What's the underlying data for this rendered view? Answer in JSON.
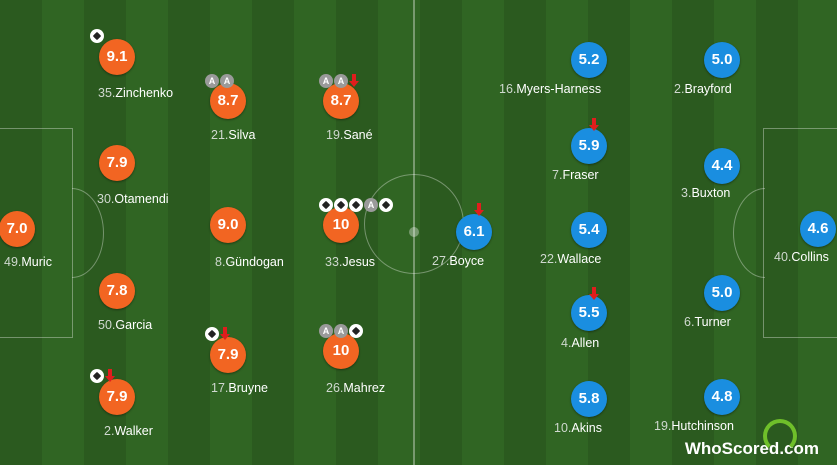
{
  "colors": {
    "home": "#f26522",
    "away": "#1a8ee0"
  },
  "home_players": [
    {
      "number": "35.",
      "name": "Zinchenko",
      "rating": "9.1",
      "icons": [
        "ball"
      ]
    },
    {
      "number": "30.",
      "name": "Otamendi",
      "rating": "7.9",
      "icons": []
    },
    {
      "number": "50.",
      "name": "Garcia",
      "rating": "7.8",
      "icons": []
    },
    {
      "number": "2.",
      "name": "Walker",
      "rating": "7.9",
      "icons": [
        "ball",
        "sub-out"
      ]
    },
    {
      "number": "21.",
      "name": "Silva",
      "rating": "8.7",
      "icons": [
        "assist",
        "assist"
      ]
    },
    {
      "number": "8.",
      "name": "Gündogan",
      "rating": "9.0",
      "icons": []
    },
    {
      "number": "17.",
      "name": "Bruyne",
      "rating": "7.9",
      "icons": [
        "ball",
        "sub-out"
      ]
    },
    {
      "number": "19.",
      "name": "Sané",
      "rating": "8.7",
      "icons": [
        "assist",
        "assist",
        "sub-out"
      ]
    },
    {
      "number": "33.",
      "name": "Jesus",
      "rating": "10",
      "icons": [
        "ball",
        "ball",
        "ball",
        "assist",
        "ball"
      ]
    },
    {
      "number": "26.",
      "name": "Mahrez",
      "rating": "10",
      "icons": [
        "assist",
        "assist",
        "ball"
      ]
    },
    {
      "number": "49.",
      "name": "Muric",
      "rating": "7.0",
      "icons": []
    }
  ],
  "away_players": [
    {
      "number": "27.",
      "name": "Boyce",
      "rating": "6.1",
      "icons": [
        "sub-out"
      ]
    },
    {
      "number": "16.",
      "name": "Myers-Harness",
      "rating": "5.2",
      "icons": []
    },
    {
      "number": "7.",
      "name": "Fraser",
      "rating": "5.9",
      "icons": [
        "sub-out"
      ]
    },
    {
      "number": "22.",
      "name": "Wallace",
      "rating": "5.4",
      "icons": []
    },
    {
      "number": "4.",
      "name": "Allen",
      "rating": "5.5",
      "icons": [
        "sub-out"
      ]
    },
    {
      "number": "10.",
      "name": "Akins",
      "rating": "5.8",
      "icons": []
    },
    {
      "number": "2.",
      "name": "Brayford",
      "rating": "5.0",
      "icons": []
    },
    {
      "number": "3.",
      "name": "Buxton",
      "rating": "4.4",
      "icons": []
    },
    {
      "number": "6.",
      "name": "Turner",
      "rating": "5.0",
      "icons": []
    },
    {
      "number": "19.",
      "name": "Hutchinson",
      "rating": "4.8",
      "icons": []
    },
    {
      "number": "40.",
      "name": "Collins",
      "rating": "4.6",
      "icons": []
    }
  ],
  "logo": {
    "text": "WhoScored",
    "suffix": ".com"
  }
}
